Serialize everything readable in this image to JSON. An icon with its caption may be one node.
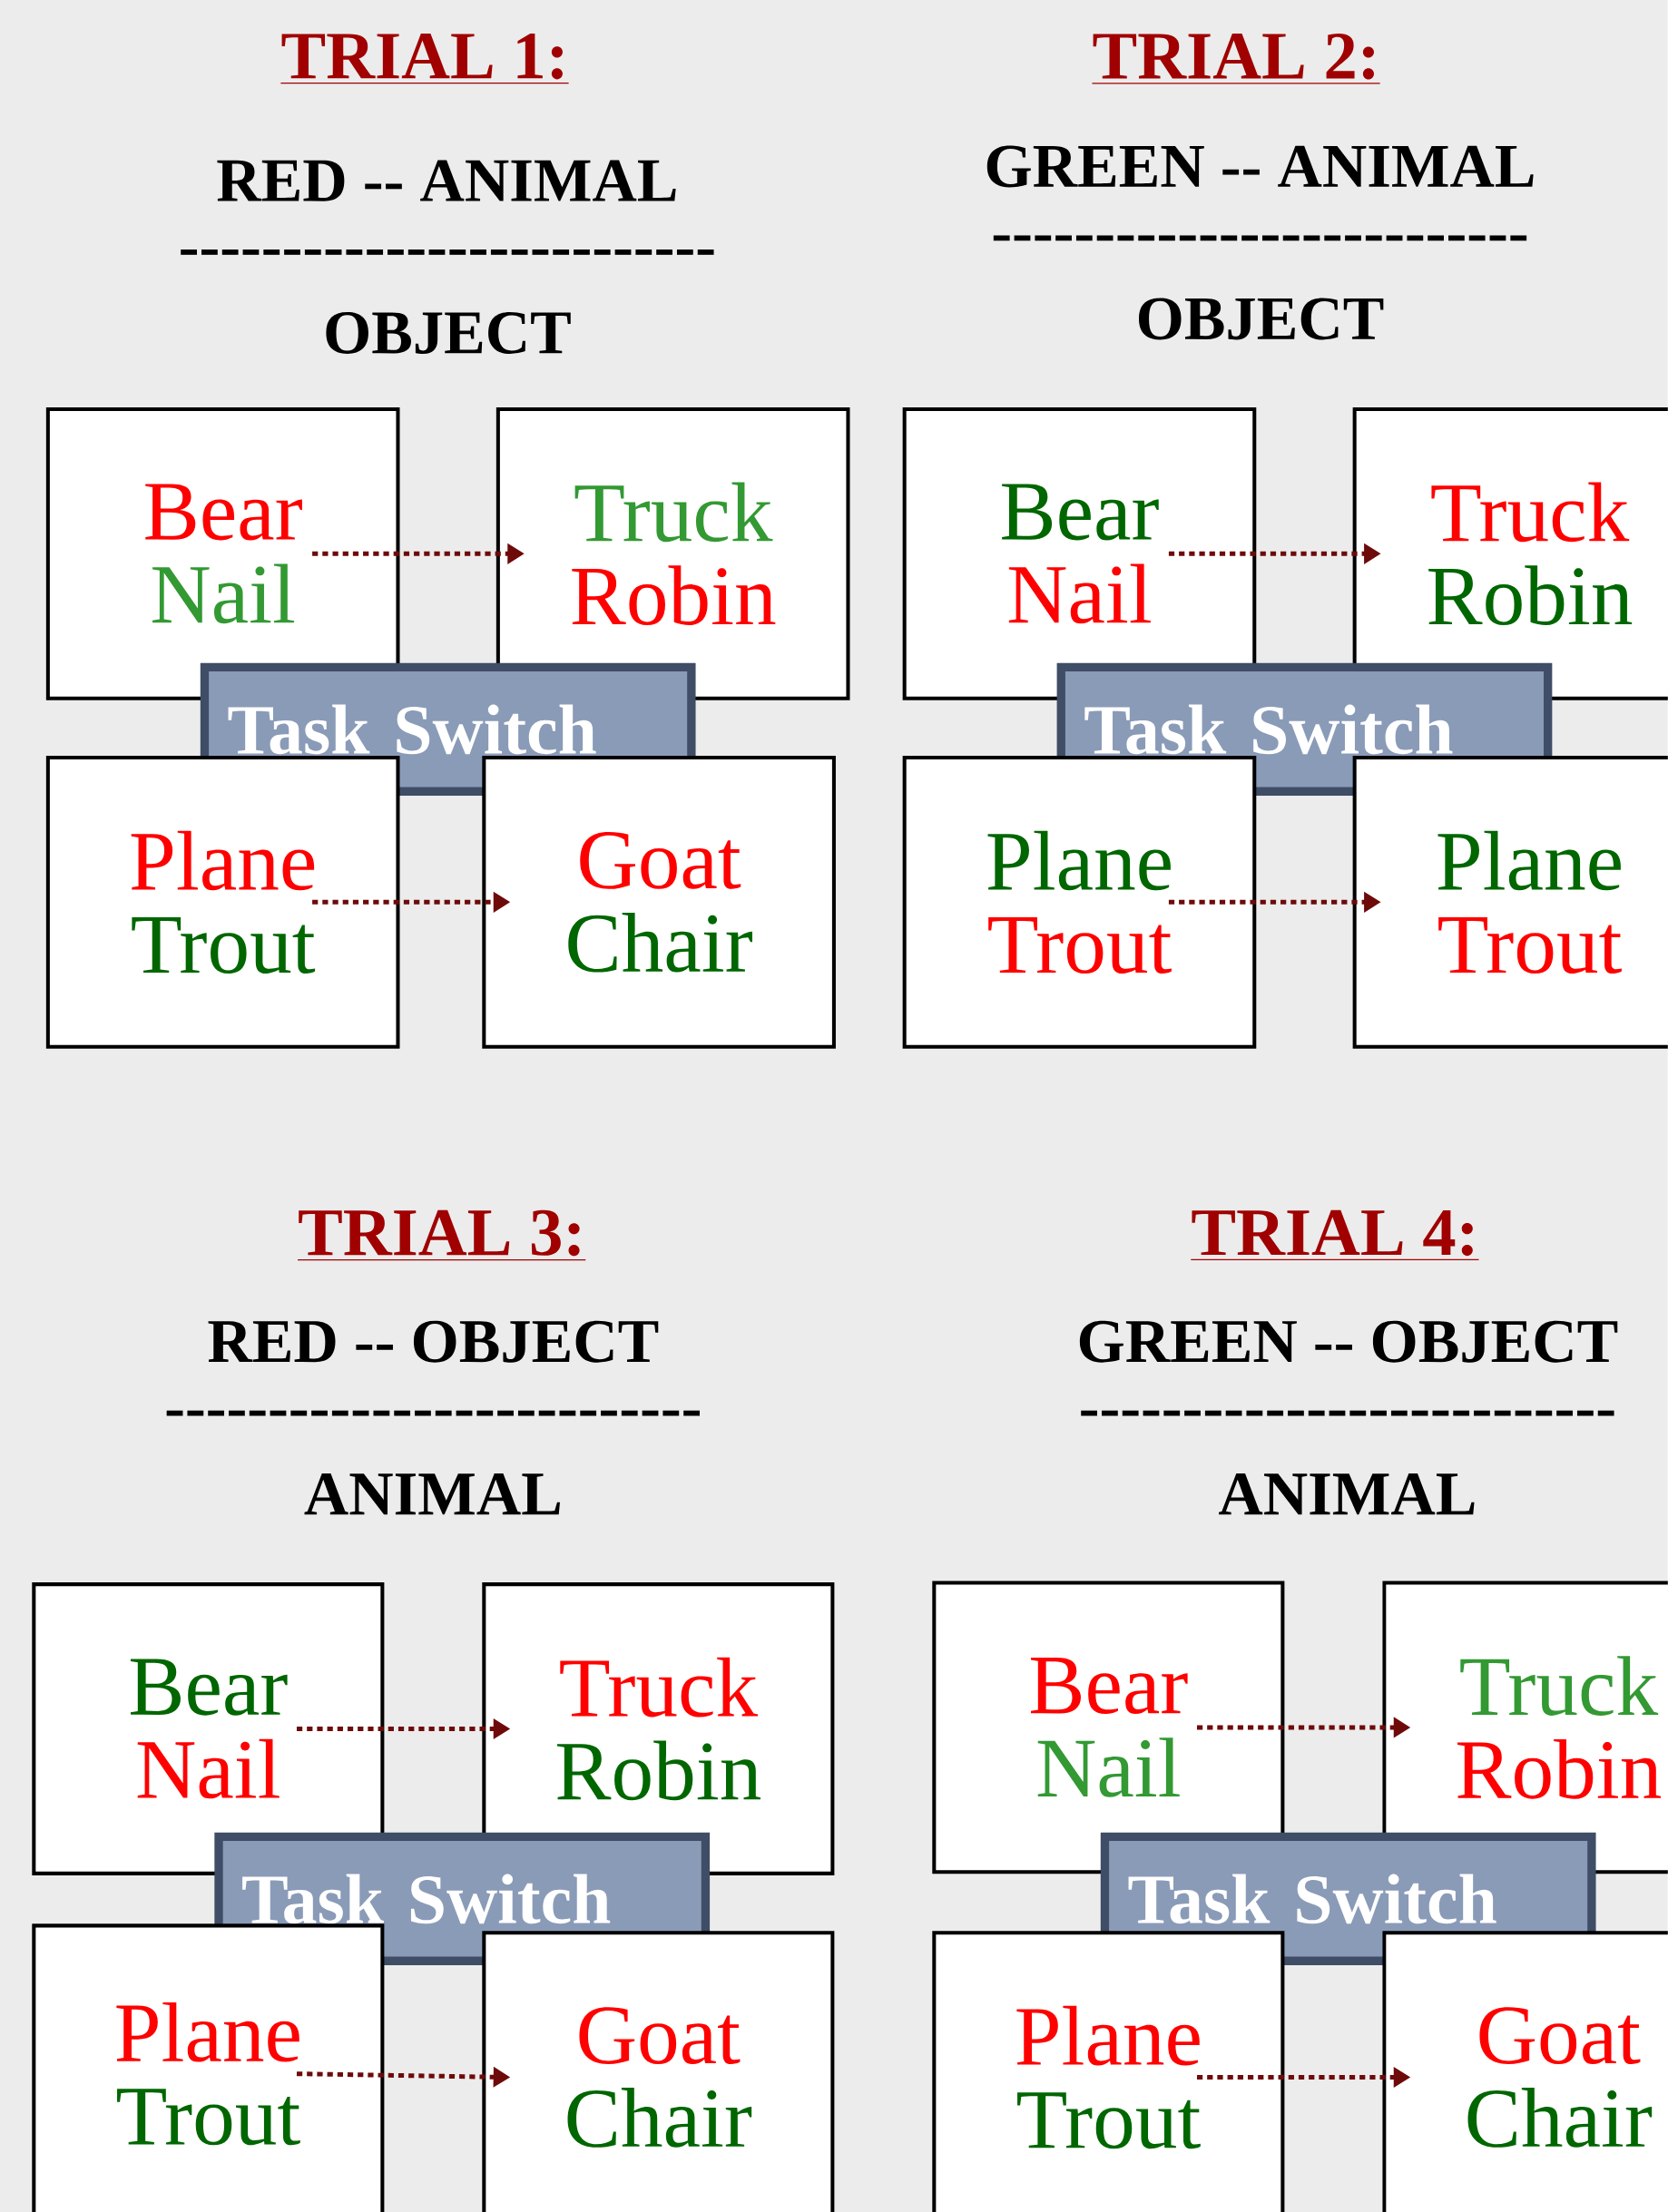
{
  "diagram": {
    "nodes": [
      {
        "text": [
          "Bear",
          "Nail"
        ]
      },
      {
        "text": [
          "Truck",
          "Robin"
        ]
      },
      {
        "text": [
          "Task Switch"
        ]
      },
      {
        "text": [
          "Plane",
          "Trout"
        ]
      },
      {
        "text": [
          "Goat",
          "Chair"
        ]
      },
      {
        "text": [
          "Bear",
          "Nail"
        ]
      },
      {
        "text": [
          "Truck",
          "Robin"
        ]
      },
      {
        "text": [
          "Task Switch"
        ]
      },
      {
        "text": [
          "Plane",
          "Trout"
        ]
      },
      {
        "text": [
          "Plane",
          "Trout"
        ]
      },
      {
        "text": [
          "Bear",
          "Nail"
        ]
      },
      {
        "text": [
          "Truck",
          "Robin"
        ]
      },
      {
        "text": [
          "Task Switch"
        ]
      },
      {
        "text": [
          "Plane",
          "Trout"
        ]
      },
      {
        "text": [
          "Goat",
          "Chair"
        ]
      },
      {
        "text": [
          "Bear",
          "Nail"
        ]
      },
      {
        "text": [
          "Truck",
          "Robin"
        ]
      },
      {
        "text": [
          "Task Switch"
        ]
      },
      {
        "text": [
          "Plane",
          "Trout"
        ]
      },
      {
        "text": [
          "Goat",
          "Chair"
        ]
      }
    ],
    "edges": [
      {
        "from": 0,
        "to": 1,
        "arrow": "to",
        "style": "dashed"
      },
      {
        "from": 3,
        "to": 4,
        "arrow": "to",
        "style": "dashed"
      },
      {
        "from": 5,
        "to": 6,
        "arrow": "to",
        "style": "dashed"
      },
      {
        "from": 8,
        "to": 9,
        "arrow": "to",
        "style": "dashed"
      },
      {
        "from": 10,
        "to": 11,
        "arrow": "to",
        "style": "dashed"
      },
      {
        "from": 13,
        "to": 14,
        "arrow": "to",
        "style": "dashed"
      },
      {
        "from": 15,
        "to": 16,
        "arrow": "to",
        "style": "dashed"
      },
      {
        "from": 18,
        "to": 19,
        "arrow": "to",
        "style": "dashed"
      }
    ],
    "labels": [
      "TRIAL 1:",
      "TRIAL 2:",
      "RED -- ANIMAL",
      "GREEN -- ANIMAL",
      "--------------------------",
      "--------------------------",
      "OBJECT",
      "OBJECT",
      "TRIAL 3:",
      "TRIAL 4:",
      "RED -- OBJECT",
      "GREEN -- OBJECT",
      "--------------------------",
      "--------------------------",
      "ANIMAL",
      "ANIMAL"
    ]
  }
}
